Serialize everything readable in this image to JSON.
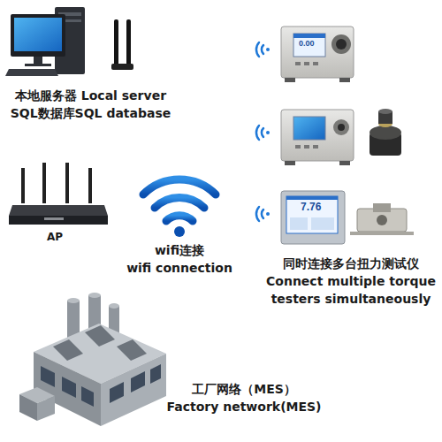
{
  "diagram": {
    "nodes": [
      {
        "text": [
          "本地服务器 Local server",
          "SQL数据库SQL database"
        ]
      },
      {
        "text": [
          "AP"
        ]
      },
      {
        "text": [
          "wifi连接",
          "wifi connection"
        ]
      },
      {
        "text": [
          "同时连接多台扭力测试仪",
          "Connect multiple torque testers simultaneously"
        ]
      },
      {
        "text": [
          "工厂网络（MES）",
          "Factory network(MES)"
        ]
      }
    ],
    "labels": [
      "0.00",
      "7.76"
    ]
  }
}
